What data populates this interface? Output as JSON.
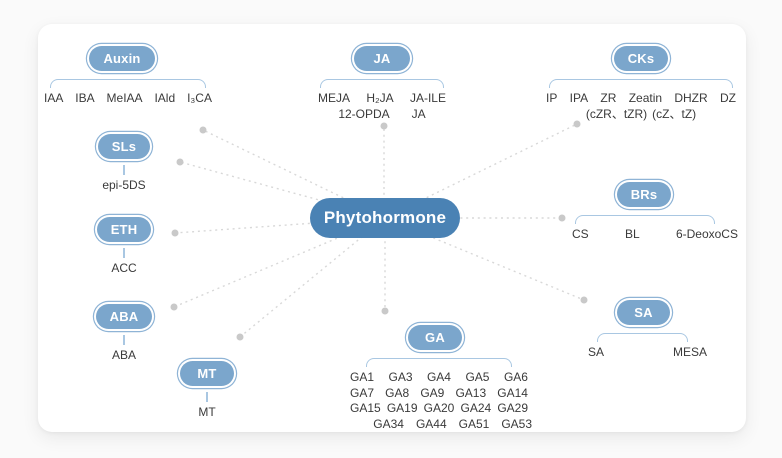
{
  "center": {
    "label": "Phytohormone"
  },
  "colors": {
    "center_node_fill": "#4a82b4",
    "category_node_fill": "#7ba6cc",
    "node_text": "#ffffff",
    "bracket_line": "#a9c7e2",
    "item_text": "#3a3a3a",
    "connector_line": "#d8d8d8",
    "connector_dot": "#c9c9c9",
    "card_background": "#ffffff",
    "page_background": "#fafafa"
  },
  "groups": [
    {
      "id": "auxin",
      "label": "Auxin",
      "rows": [
        [
          "IAA",
          "IBA",
          "MeIAA",
          "IAld",
          "I₃CA"
        ]
      ]
    },
    {
      "id": "ja",
      "label": "JA",
      "rows": [
        [
          "MEJA",
          "H₂JA",
          "JA-ILE"
        ],
        [
          "12-OPDA",
          "JA"
        ]
      ]
    },
    {
      "id": "cks",
      "label": "CKs",
      "rows": [
        [
          "IP",
          "IPA",
          "ZR",
          "Zeatin",
          "DHZR",
          "DZ"
        ],
        [
          "(cZR、tZR)",
          "(cZ、tZ)"
        ]
      ]
    },
    {
      "id": "sls",
      "label": "SLs",
      "rows": [
        [
          "epi-5DS"
        ]
      ]
    },
    {
      "id": "eth",
      "label": "ETH",
      "rows": [
        [
          "ACC"
        ]
      ]
    },
    {
      "id": "aba",
      "label": "ABA",
      "rows": [
        [
          "ABA"
        ]
      ]
    },
    {
      "id": "mt",
      "label": "MT",
      "rows": [
        [
          "MT"
        ]
      ]
    },
    {
      "id": "brs",
      "label": "BRs",
      "rows": [
        [
          "CS",
          "BL",
          "6-DeoxoCS"
        ]
      ]
    },
    {
      "id": "sa",
      "label": "SA",
      "rows": [
        [
          "SA",
          "MESA"
        ]
      ]
    },
    {
      "id": "ga",
      "label": "GA",
      "rows": [
        [
          "GA1",
          "GA3",
          "GA4",
          "GA5",
          "GA6"
        ],
        [
          "GA7",
          "GA8",
          "GA9",
          "GA13",
          "GA14"
        ],
        [
          "GA15",
          "GA19",
          "GA20",
          "GA24",
          "GA29"
        ],
        [
          "GA34",
          "GA44",
          "GA51",
          "GA53"
        ]
      ]
    }
  ]
}
